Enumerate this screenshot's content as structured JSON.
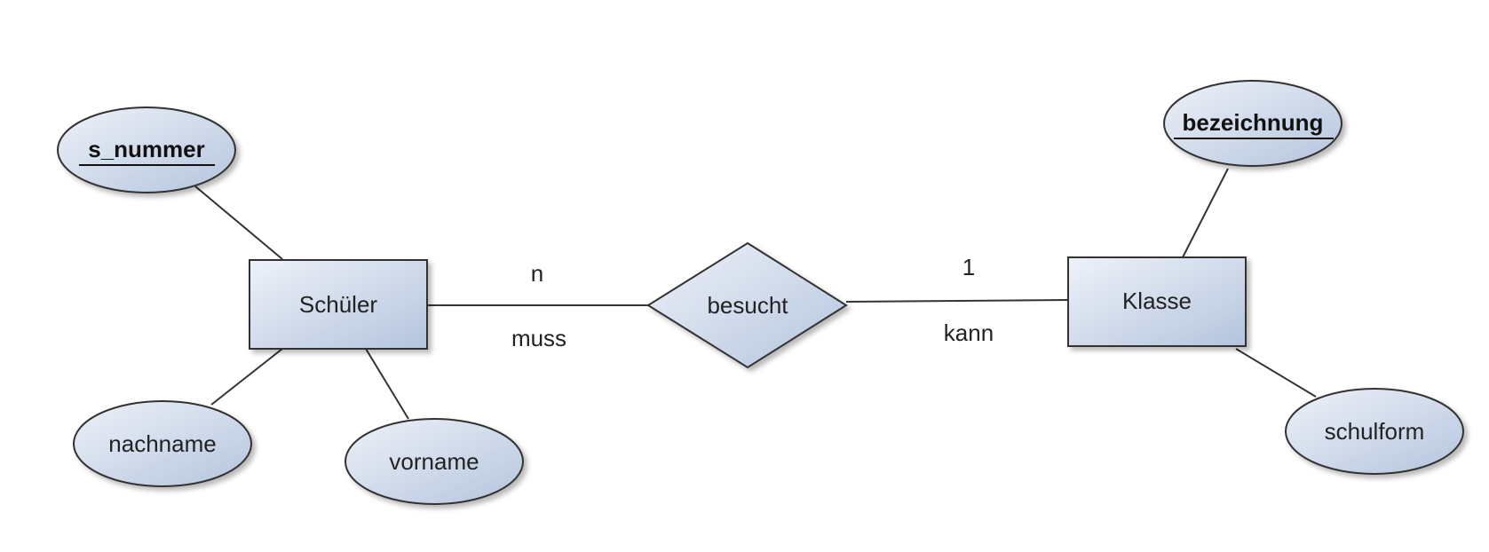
{
  "entities": {
    "schueler": {
      "label": "Schüler"
    },
    "klasse": {
      "label": "Klasse"
    }
  },
  "relationships": {
    "besucht": {
      "label": "besucht"
    }
  },
  "attributes": {
    "s_nummer": {
      "label": "s_nummer",
      "key": true
    },
    "nachname": {
      "label": "nachname",
      "key": false
    },
    "vorname": {
      "label": "vorname",
      "key": false
    },
    "bezeichnung": {
      "label": "bezeichnung",
      "key": true
    },
    "schulform": {
      "label": "schulform",
      "key": false
    }
  },
  "cardinalities": {
    "schueler_side": {
      "multiplicity": "n",
      "participation": "muss"
    },
    "klasse_side": {
      "multiplicity": "1",
      "participation": "kann"
    }
  },
  "colors": {
    "shape_fill_light": "#eef2f9",
    "shape_fill_dark": "#b4c4dd",
    "stroke": "#333333"
  }
}
